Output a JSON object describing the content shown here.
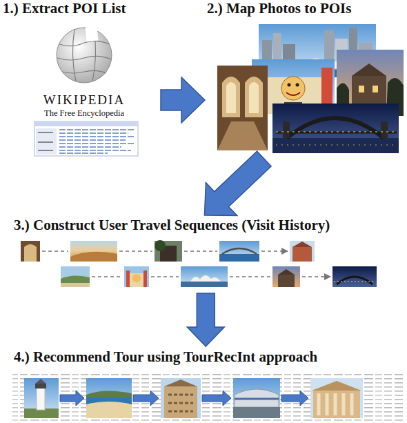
{
  "diagram": {
    "nodes": [
      {
        "text": [
          "1.) Extract POI List"
        ]
      },
      {
        "text": [
          "2.) Map Photos to POIs"
        ]
      },
      {
        "text": [
          "3.) Construct User Travel Sequences (Visit History)"
        ]
      },
      {
        "text": [
          "4.) Recommend Tour using TourRecInt approach"
        ]
      }
    ],
    "edges": [
      {
        "from": 0,
        "to": 1,
        "arrow": "to"
      },
      {
        "from": 1,
        "to": 2,
        "arrow": "to"
      },
      {
        "from": 2,
        "to": 3,
        "arrow": "to"
      }
    ],
    "labels": [
      "WIKIPEDIA",
      "The Free Encyclopedia"
    ]
  }
}
